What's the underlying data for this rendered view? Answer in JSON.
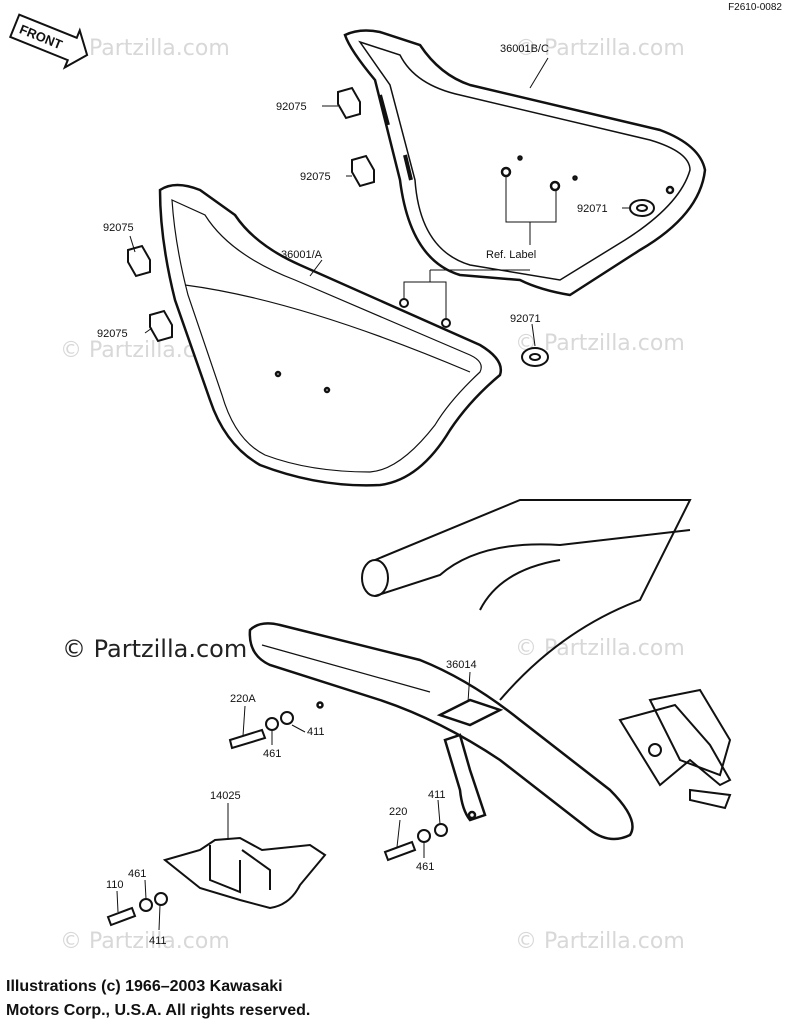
{
  "diagram_code": "F2610-0082",
  "front_badge": "FRONT",
  "watermark": "© Partzilla.com",
  "watermark_main": "© Partzilla.com",
  "copyright_line1": "Illustrations (c) 1966–2003 Kawasaki",
  "copyright_line2": "Motors Corp., U.S.A.  All rights reserved.",
  "ref_label": "Ref.  Label",
  "callouts": {
    "p36001BC": "36001B/C",
    "p36001A": "36001/A",
    "p92075_a": "92075",
    "p92075_b": "92075",
    "p92075_c": "92075",
    "p92075_d": "92075",
    "p92071_a": "92071",
    "p92071_b": "92071",
    "p36014": "36014",
    "p220A": "220A",
    "p461_a": "461",
    "p411_a": "411",
    "p14025": "14025",
    "p220": "220",
    "p411_b": "411",
    "p461_b": "461",
    "p110": "110",
    "p461_c": "461",
    "p411_c": "411"
  }
}
